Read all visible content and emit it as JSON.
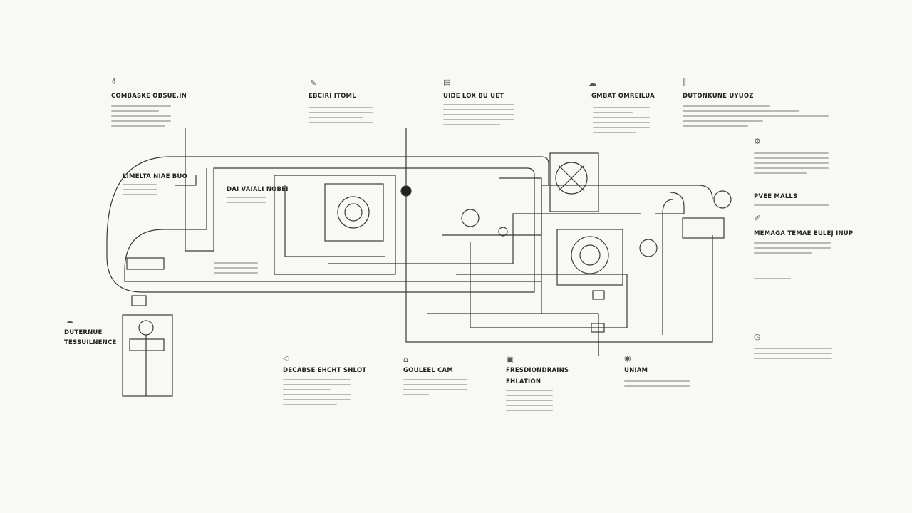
{
  "headings": {
    "top1": "COMBASKE OBSUE.IN",
    "top2": "EBCIRI ITOML",
    "top3": "UIDE LOX BU UET",
    "top4": "GMBAT OMREILUA",
    "top5": "DUTONKUNE UYUOZ",
    "left1": "LIMELTA NIAE BUO",
    "mid1": "DAI VAIALI NOBEI",
    "right1": "PVEE MALLS",
    "right2": "MEMAGA TEMAE EULEJ INUP",
    "ext1": "DUTERNUE",
    "ext2": "TESSUILNENCE",
    "bot1": "DECABSE EHCHT SHLOT",
    "bot2": "GOULEEL CAM",
    "bot3a": "FRESDIONDRAINS",
    "bot3b": "EHLATION",
    "bot4": "UNIAM"
  },
  "colors": {
    "line": "#3a3a3a",
    "background": "#f8f8f4",
    "text_faint": "#b9b9b4"
  }
}
